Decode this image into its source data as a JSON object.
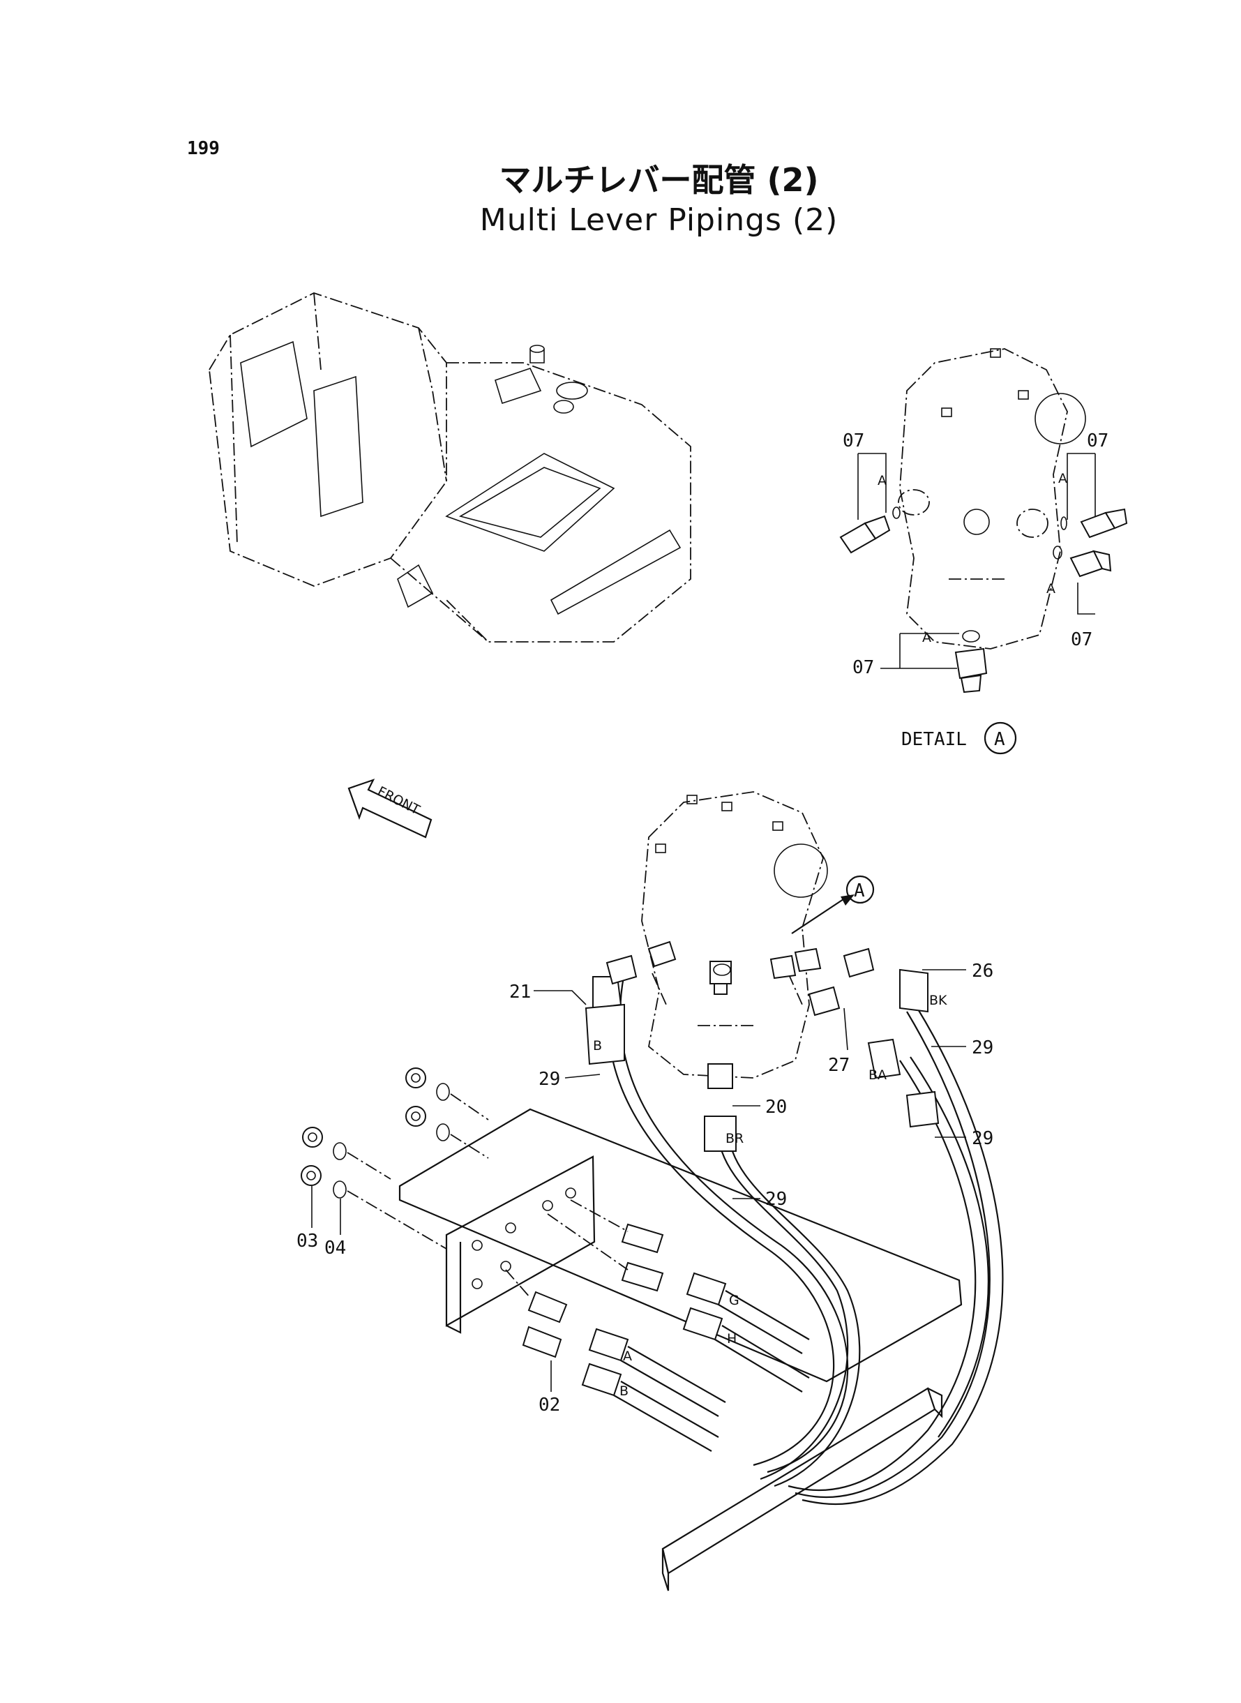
{
  "header": {
    "page_number": "199",
    "title_jp": "マルチレバー配管 (2)",
    "title_en": "Multi Lever Pipings (2)"
  },
  "detail": {
    "caption": "DETAIL",
    "marker": "A",
    "port_letter": "A",
    "labels": {
      "tl": "07",
      "tr": "07",
      "br": "07",
      "bl": "07"
    }
  },
  "front_marker": "FRONT",
  "callout_marker": "A",
  "parts": {
    "p02": "02",
    "p03": "03",
    "p04": "04",
    "p20": "20",
    "p21": "21",
    "p26": "26",
    "p27": "27",
    "p29a": "29",
    "p29b": "29",
    "p29c": "29",
    "p29d": "29"
  },
  "hose_tags": {
    "b": "B",
    "br": "BR",
    "bk": "BK",
    "ba": "BA",
    "g": "G",
    "h": "H",
    "a": "A",
    "b2": "B"
  }
}
